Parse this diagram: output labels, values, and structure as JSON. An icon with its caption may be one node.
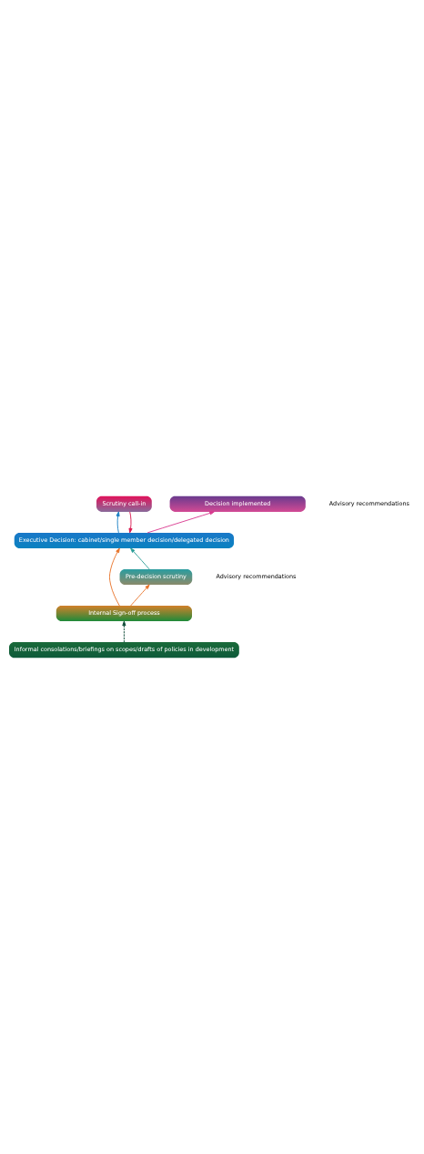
{
  "diagram": {
    "nodes": [
      {
        "text": [
          "Decision implemented"
        ]
      },
      {
        "text": [
          "Scrutiny call-in"
        ]
      },
      {
        "text": [
          "Executive Decision: cabinet/single member decision/delegated decision"
        ]
      },
      {
        "text": [
          "Pre-decision scrutiny"
        ]
      },
      {
        "text": [
          "Internal Sign-off process"
        ]
      },
      {
        "text": [
          "Informal consolations/briefings on scopes/drafts of policies in development"
        ]
      }
    ],
    "edges": [
      {
        "from": 2,
        "to": 0,
        "arrow": "to",
        "color": "#d9398f"
      },
      {
        "from": 2,
        "to": 1,
        "arrow": "to",
        "color": "#1a7fc4"
      },
      {
        "from": 1,
        "to": 2,
        "arrow": "to",
        "color": "#d9164f"
      },
      {
        "from": 3,
        "to": 2,
        "arrow": "to",
        "color": "#2a9d96"
      },
      {
        "from": 4,
        "to": 2,
        "arrow": "to",
        "color": "#e8742a"
      },
      {
        "from": 4,
        "to": 3,
        "arrow": "to",
        "color": "#e8742a"
      },
      {
        "from": 5,
        "to": 4,
        "arrow": "to",
        "style": "dashed",
        "color": "#0d4a36"
      }
    ],
    "labels": [
      "Advisory recommendations",
      "Advisory recommendations"
    ]
  }
}
